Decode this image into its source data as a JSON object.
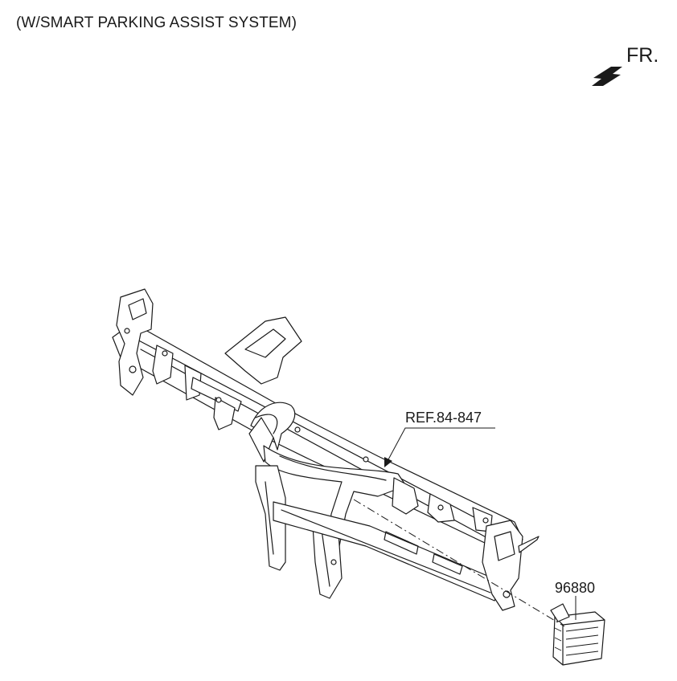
{
  "diagram": {
    "title": "(W/SMART PARKING ASSIST SYSTEM)",
    "direction_label": "FR.",
    "callouts": [
      {
        "id": "crossmember",
        "label": "REF.84-847"
      },
      {
        "id": "module",
        "label": "96880"
      }
    ]
  }
}
